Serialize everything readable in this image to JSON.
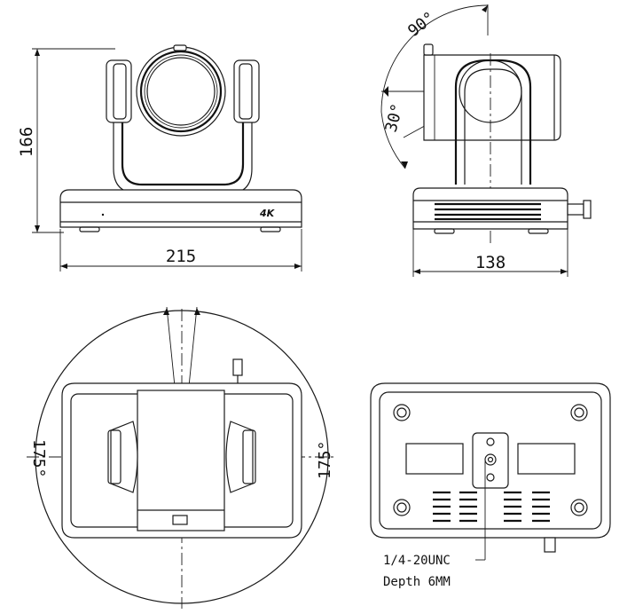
{
  "dimensions": {
    "height_front": "166",
    "width_front": "215",
    "width_side": "138"
  },
  "angles": {
    "tilt_up": "90°",
    "tilt_down": "30°",
    "pan_left": "175°",
    "pan_right": "175°"
  },
  "labels": {
    "badge": "4K",
    "thread": "1/4-20UNC",
    "depth": "Depth 6MM"
  }
}
